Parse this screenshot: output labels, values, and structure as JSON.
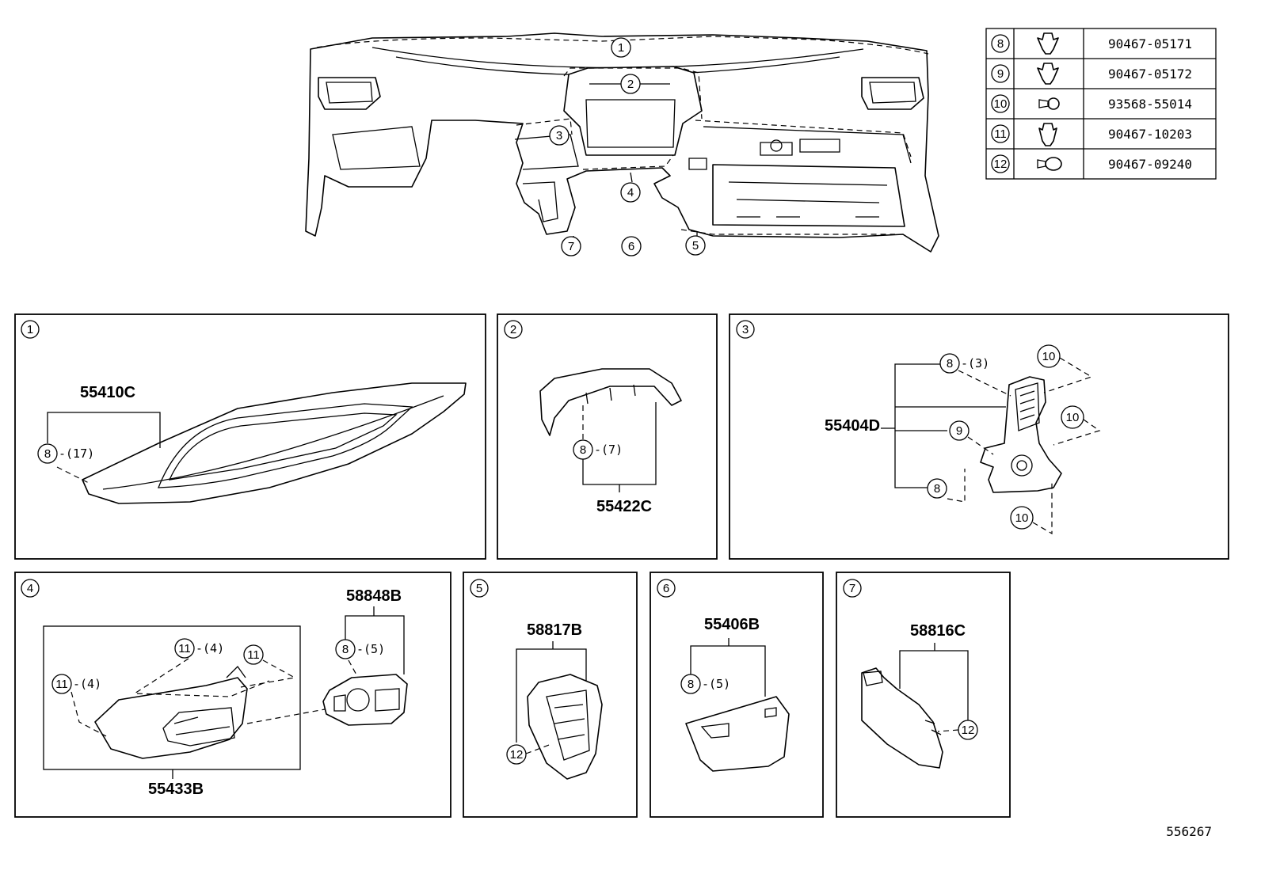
{
  "callouts": {
    "c1": "1",
    "c2": "2",
    "c3": "3",
    "c4": "4",
    "c5": "5",
    "c6": "6",
    "c7": "7"
  },
  "fasteners": [
    {
      "no": "8",
      "part": "90467-05171",
      "icon": "clip-icon"
    },
    {
      "no": "9",
      "part": "90467-05172",
      "icon": "clip-icon"
    },
    {
      "no": "10",
      "part": "93568-55014",
      "icon": "screw-icon"
    },
    {
      "no": "11",
      "part": "90467-10203",
      "icon": "clip-icon"
    },
    {
      "no": "12",
      "part": "90467-09240",
      "icon": "rivet-icon"
    }
  ],
  "panels": {
    "p1": {
      "num": "1",
      "part": "55410C",
      "fastener": "8",
      "qty": "-(17)"
    },
    "p2": {
      "num": "2",
      "part": "55422C",
      "fastener": "8",
      "qty": "-(7)"
    },
    "p3": {
      "num": "3",
      "part": "55404D",
      "f8a": "8",
      "f8a_qty": "-(3)",
      "f9": "9",
      "f8b": "8",
      "f10a": "10",
      "f10b": "10",
      "f10c": "10"
    },
    "p4": {
      "num": "4",
      "part_a": "58848B",
      "part_b": "55433B",
      "f8": "8",
      "f8_qty": "-(5)",
      "f11a": "11",
      "f11a_qty": "-(4)",
      "f11b": "11",
      "f11c": "11",
      "f11c_qty": "-(4)"
    },
    "p5": {
      "num": "5",
      "part": "58817B",
      "fastener": "12"
    },
    "p6": {
      "num": "6",
      "part": "55406B",
      "fastener": "8",
      "qty": "-(5)"
    },
    "p7": {
      "num": "7",
      "part": "58816C",
      "fastener": "12"
    }
  },
  "diagram_id": "556267"
}
